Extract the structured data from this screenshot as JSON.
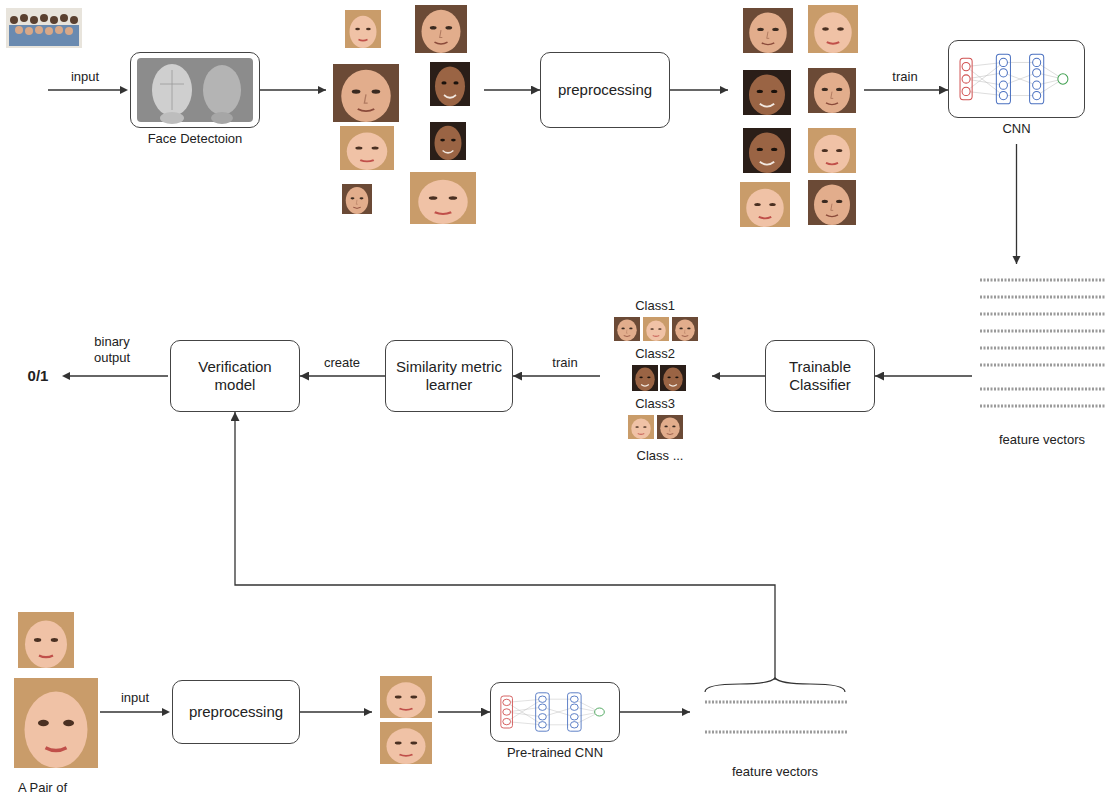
{
  "diagram": {
    "nodes": [
      {
        "text": [
          "Face Detectoion"
        ]
      },
      {
        "text": [
          "preprocessing"
        ]
      },
      {
        "text": [
          "CNN"
        ]
      },
      {
        "text": [
          "Trainable Classifier"
        ]
      },
      {
        "text": [
          "Similarity metric learner"
        ]
      },
      {
        "text": [
          "Verification model"
        ]
      },
      {
        "text": [
          "preprocessing"
        ]
      },
      {
        "text": [
          "Pre-trained CNN"
        ]
      }
    ],
    "edges": [
      {
        "from": 0,
        "to": 1,
        "arrow": "to"
      },
      {
        "from": 1,
        "to": 2,
        "label": "train",
        "arrow": "to"
      },
      {
        "from": 2,
        "to": 3,
        "arrow": "to"
      },
      {
        "from": 3,
        "to": 4,
        "label": "train",
        "arrow": "to"
      },
      {
        "from": 4,
        "to": 5,
        "label": "create",
        "arrow": "to"
      },
      {
        "from": 6,
        "to": 7,
        "arrow": "to"
      },
      {
        "from": 7,
        "to": 5,
        "arrow": "to"
      }
    ],
    "labels": [
      "input",
      "feature vectors",
      "Class1",
      "Class2",
      "Class3",
      "Class ...",
      "binary output",
      "0/1",
      "input",
      "A Pair of",
      "feature vectors"
    ]
  }
}
